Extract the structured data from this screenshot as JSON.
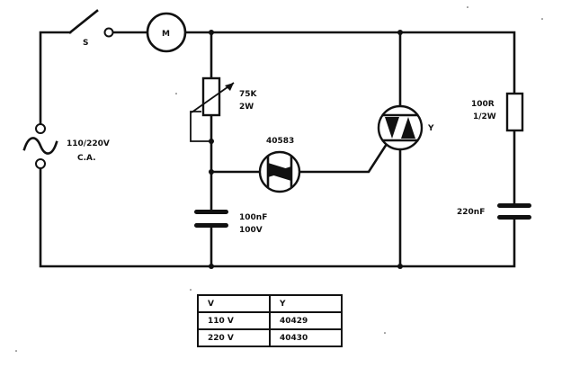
{
  "labels": {
    "switch": "S",
    "motor": "M",
    "mains_line1": "110/220V",
    "mains_line2": "C.A.",
    "pot_line1": "75K",
    "pot_line2": "2W",
    "diac": "40583",
    "triac": "Y",
    "cap1_line1": "100nF",
    "cap1_line2": "100V",
    "res_line1": "100R",
    "res_line2": "1/2W",
    "cap2": "220nF"
  },
  "table": {
    "headers": [
      "V",
      "Y"
    ],
    "rows": [
      [
        "110 V",
        "40429"
      ],
      [
        "220 V",
        "40430"
      ]
    ]
  }
}
